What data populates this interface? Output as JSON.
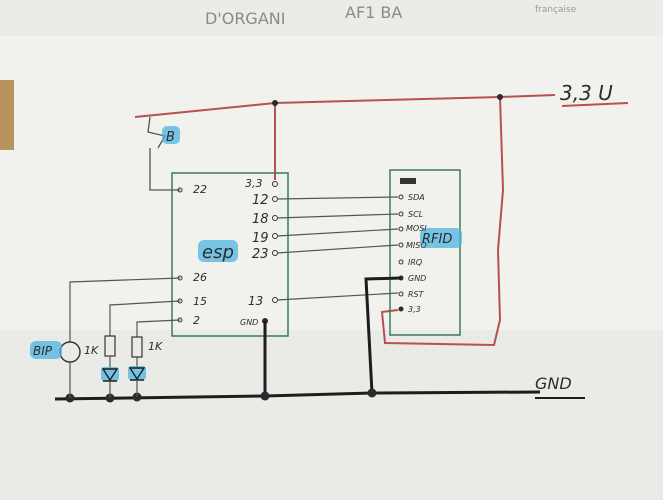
{
  "paper": {
    "header_text_left": "D'ORGANI",
    "header_text_mid": "AF1 BA",
    "header_text_right": "française"
  },
  "rails": {
    "vcc_label": "3,3 U",
    "gnd_label": "GND"
  },
  "esp": {
    "label": "esp",
    "left_pins": [
      "22",
      "26",
      "15",
      "2"
    ],
    "right_pins": [
      "3,3",
      "12",
      "18",
      "19",
      "23",
      "13",
      "GND"
    ]
  },
  "rfid": {
    "label": "RFID",
    "pins": [
      "SDA",
      "SCL",
      "MOSI",
      "MISO",
      "IRQ",
      "GND",
      "RST",
      "3,3"
    ]
  },
  "components": {
    "button_label": "B",
    "buzzer_label": "BIP",
    "resistor1_label": "1K",
    "resistor2_label": "1K"
  },
  "colors": {
    "paper": "#f3f3f0",
    "ink": "#2b2b2b",
    "red_wire": "#b8504f",
    "green_outline": "#3d7a57",
    "highlight": "#4db3df"
  }
}
